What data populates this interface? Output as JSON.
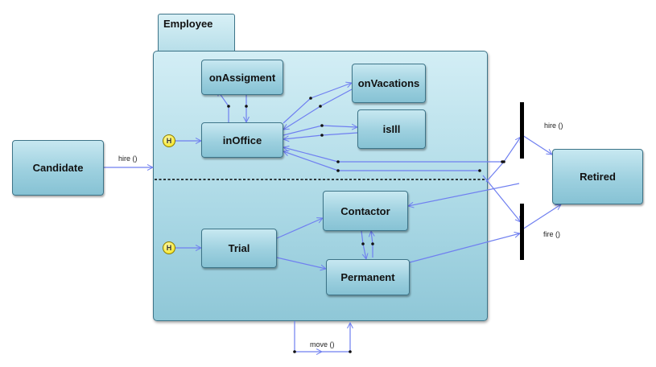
{
  "package": {
    "name": "Employee"
  },
  "states": {
    "candidate": "Candidate",
    "on_assignment": "onAssigment",
    "on_vacations": "onVacations",
    "in_office": "inOffice",
    "is_ill": "isIll",
    "retired": "Retired",
    "contractor": "Contactor",
    "trial": "Trial",
    "permanent": "Permanent"
  },
  "history_marker": "H",
  "transitions": {
    "hire_from_candidate": "hire ()",
    "hire_to_retired": "hire ()",
    "fire": "fire ()",
    "move": "move ()"
  }
}
